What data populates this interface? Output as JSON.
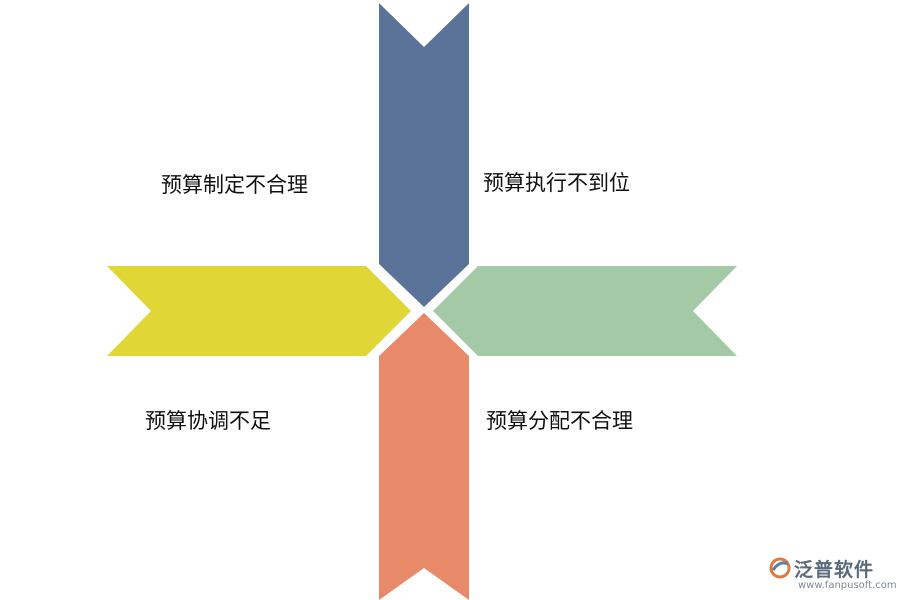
{
  "diagram": {
    "labels": {
      "top_left": "预算制定不合理",
      "top_right": "预算执行不到位",
      "bottom_left": "预算协调不足",
      "bottom_right": "预算分配不合理"
    },
    "colors": {
      "top_arrow": "#5b7299",
      "left_arrow": "#e0d737",
      "right_arrow": "#a3c9a6",
      "bottom_arrow": "#e8896a"
    }
  },
  "watermark": {
    "name": "泛普软件",
    "url": "www.fanpusoft.com",
    "icon": "fanpu-logo-icon"
  }
}
